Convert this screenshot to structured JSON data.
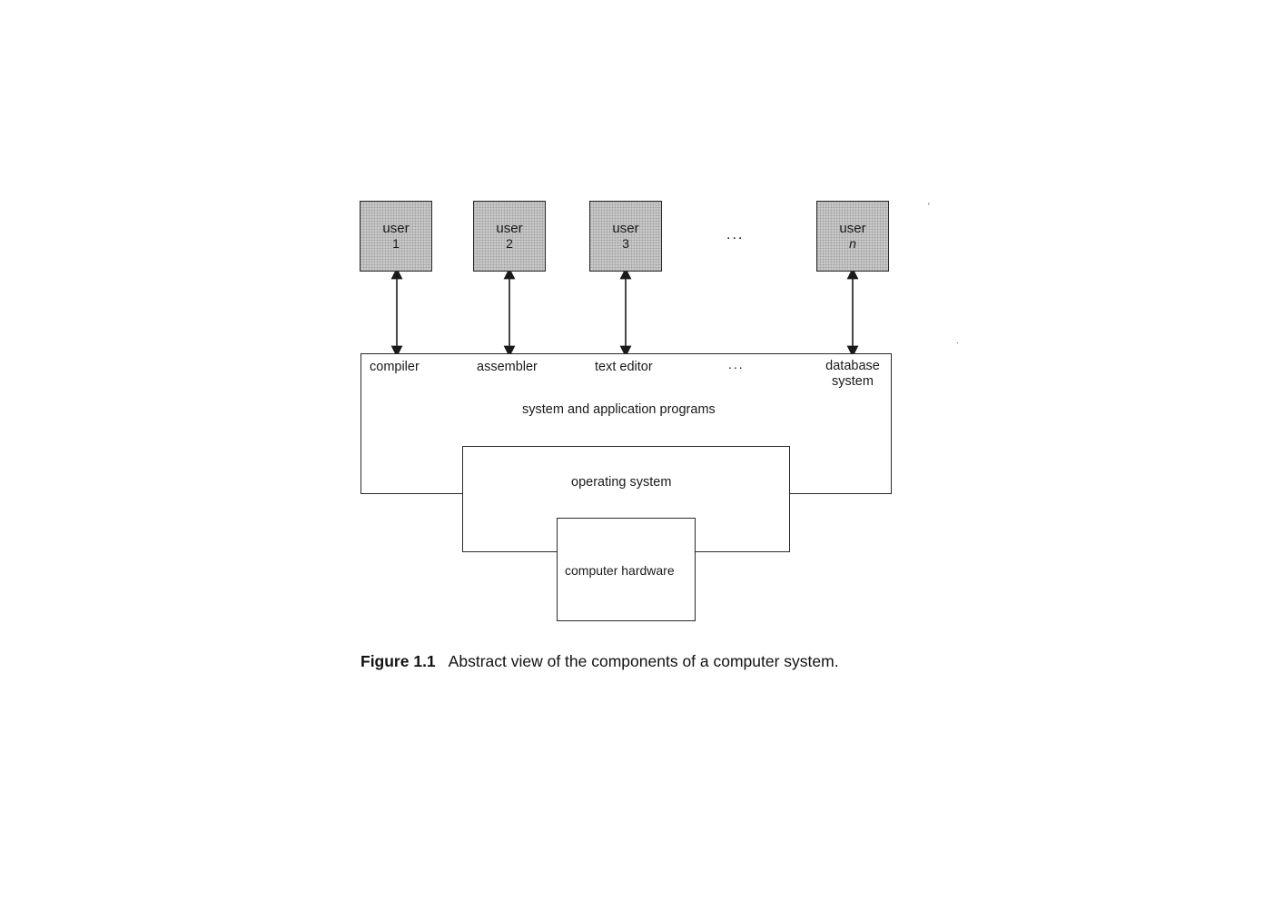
{
  "users": [
    {
      "label": "user",
      "number": "1"
    },
    {
      "label": "user",
      "number": "2"
    },
    {
      "label": "user",
      "number": "3"
    },
    {
      "label": "user",
      "number": "n"
    }
  ],
  "users_ellipsis": "...",
  "programs": {
    "items": [
      "compiler",
      "assembler",
      "text editor",
      "database",
      "system"
    ],
    "ellipsis": "...",
    "title": "system and application programs"
  },
  "os": {
    "title": "operating system"
  },
  "hardware": {
    "title": "computer hardware"
  },
  "caption": {
    "figure": "Figure 1.1",
    "text": "Abstract view of the components of a computer system."
  },
  "colors": {
    "user_fill": "#c9c9c9",
    "line": "#1a1a1a"
  }
}
